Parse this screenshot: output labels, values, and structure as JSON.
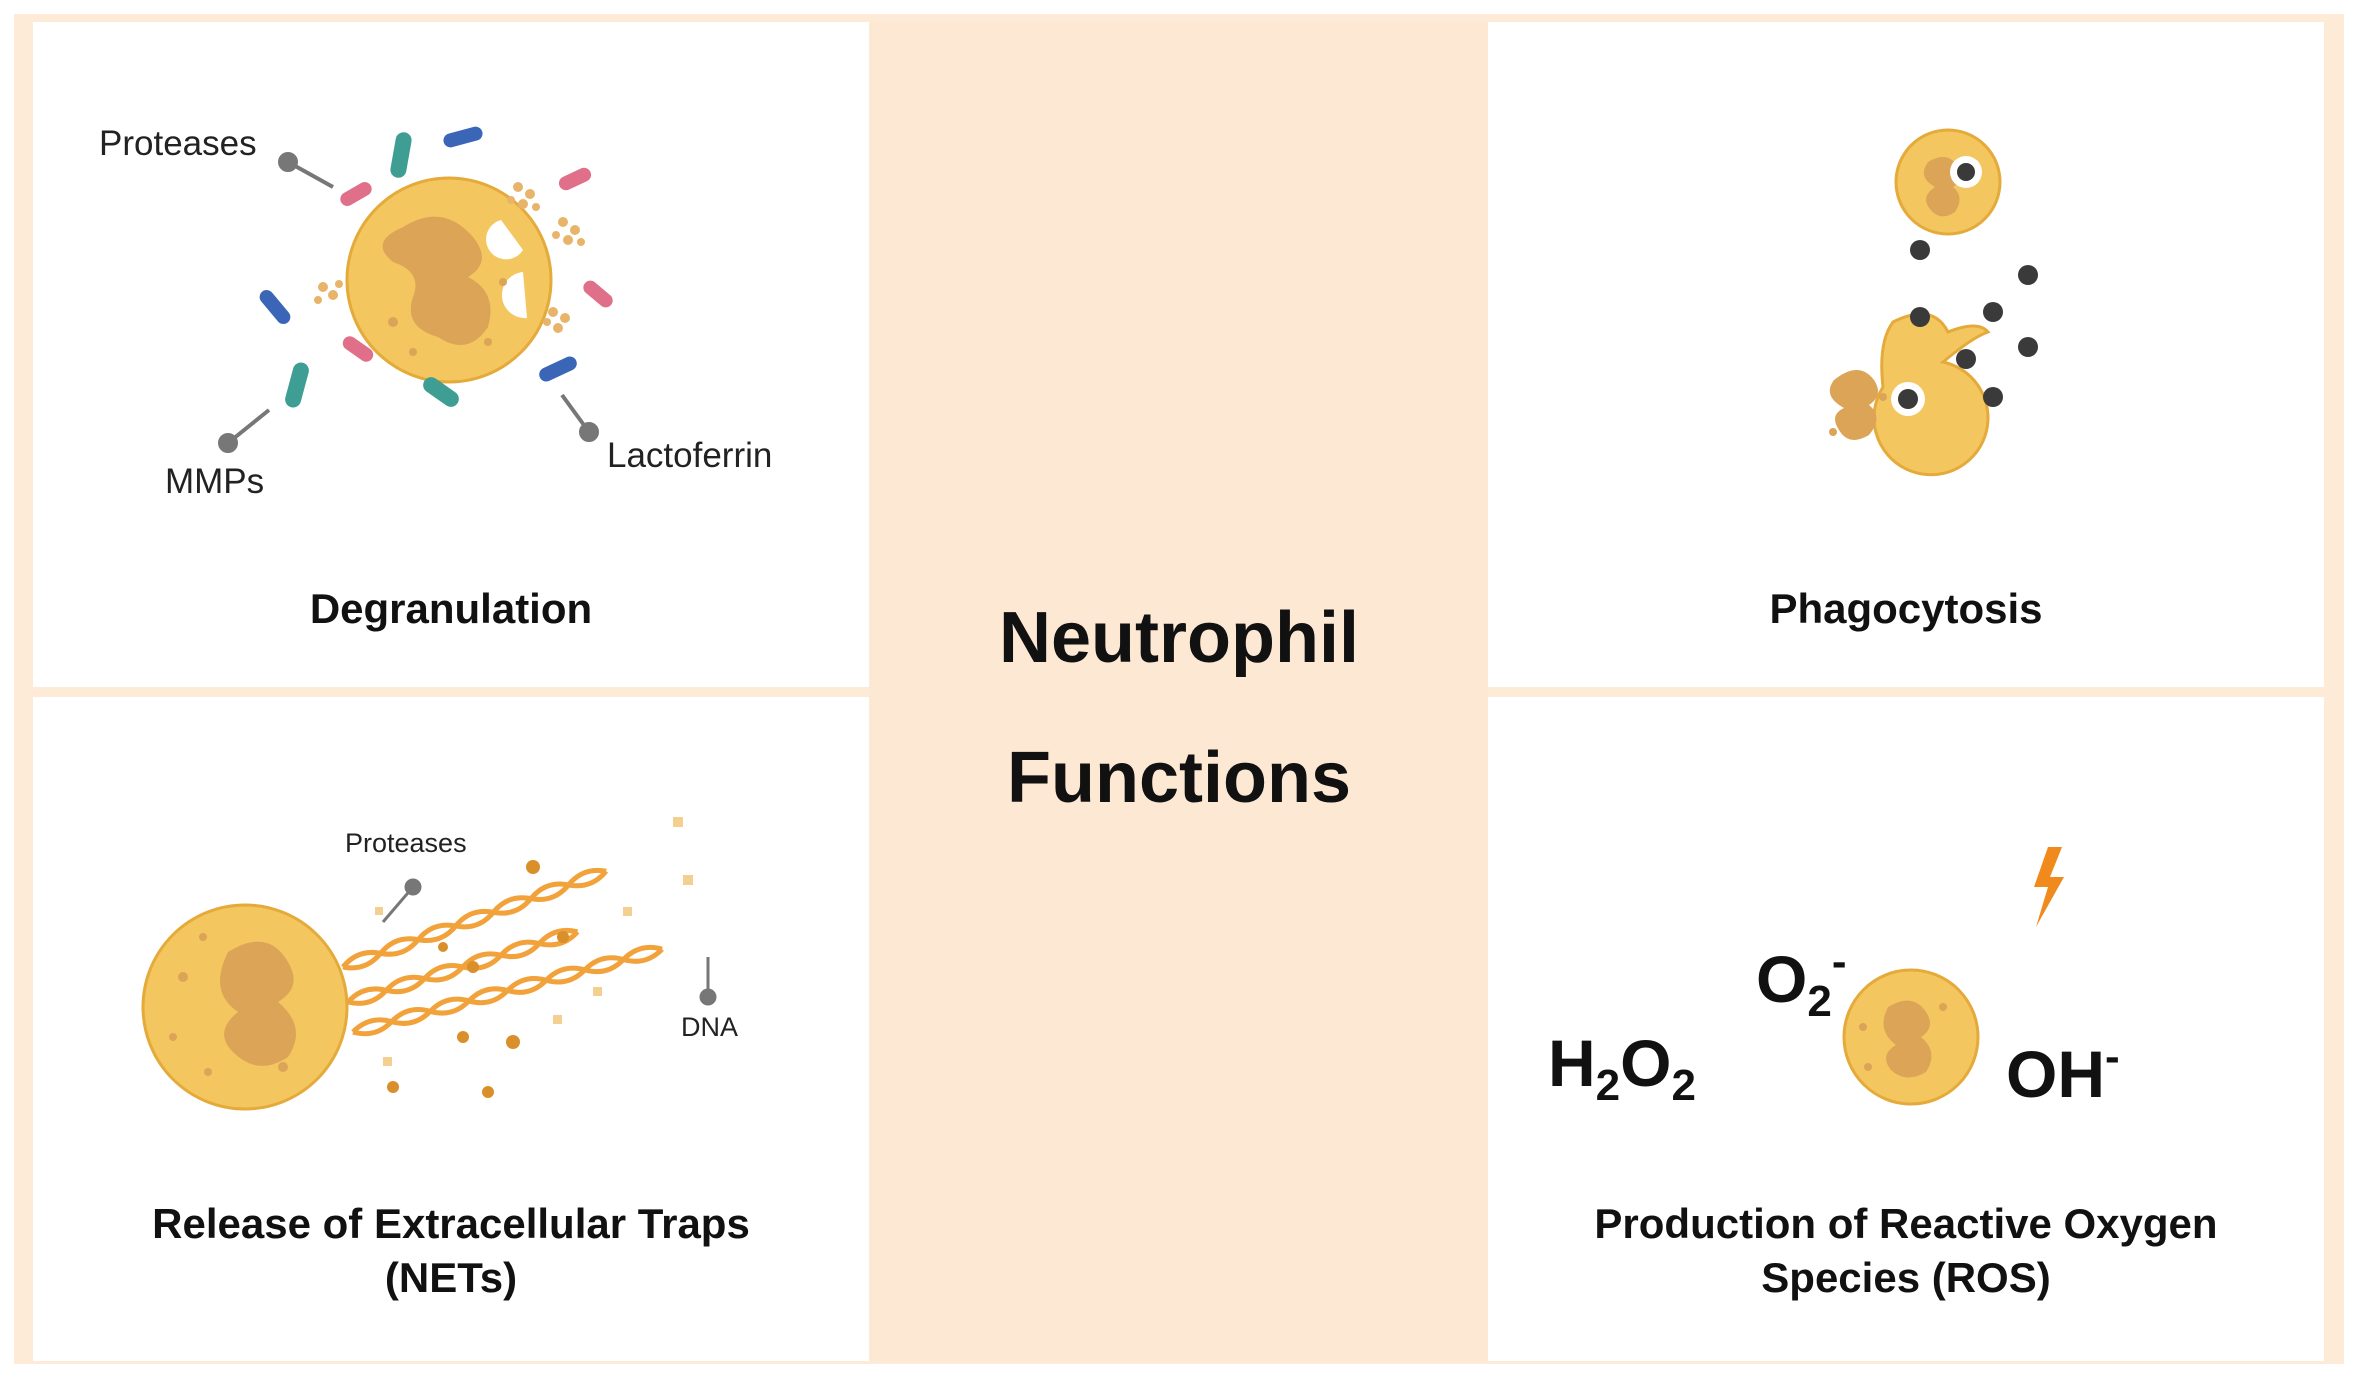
{
  "center": {
    "line1": "Neutrophil",
    "line2": "Functions"
  },
  "degranulation": {
    "caption": "Degranulation",
    "labels": {
      "proteases": "Proteases",
      "mmps": "MMPs",
      "lactoferrin": "Lactoferrin"
    }
  },
  "phagocytosis": {
    "caption": "Phagocytosis"
  },
  "nets": {
    "caption_line1": "Release of Extracellular Traps",
    "caption_line2": "(NETs)",
    "labels": {
      "proteases": "Proteases",
      "dna": "DNA"
    }
  },
  "ros": {
    "caption_line1": "Production of Reactive Oxygen",
    "caption_line2": "Species (ROS)",
    "h2o2": {
      "a": "H",
      "a_sub": "2",
      "b": "O",
      "b_sub": "2"
    },
    "o2": {
      "base": "O",
      "sub": "2",
      "sup": "-"
    },
    "oh": {
      "base": "OH",
      "sup": "-"
    }
  },
  "colors": {
    "cell_fill": "#f4c65f",
    "cell_stroke": "#e4aa3a",
    "nucleus": "#dca457",
    "background_center": "#fde8d4",
    "frame": "#fdebd8",
    "pink_protein": "#e0708a",
    "blue_protein": "#3b66b8",
    "teal_protein": "#3e9e93",
    "granule": "#e8b46a",
    "dna": "#f2a23a",
    "particle": "#3a3a3a",
    "pointer": "#777777",
    "lightning": "#f08a1c"
  },
  "icons": [
    "neutrophil-cell-icon",
    "protease-icon",
    "mmp-icon",
    "lactoferrin-icon",
    "granule-icon",
    "dna-strand-icon",
    "particle-icon",
    "lightning-icon"
  ]
}
